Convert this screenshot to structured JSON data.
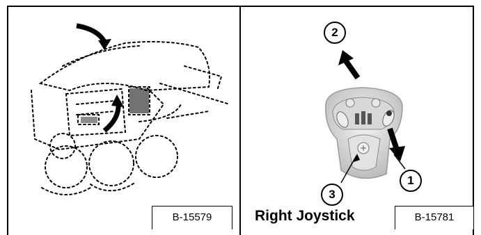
{
  "left_figure": {
    "figure_id": "B-15579"
  },
  "right_figure": {
    "caption": "Right Joystick",
    "figure_id": "B-15781",
    "callouts": [
      "1",
      "2",
      "3"
    ]
  }
}
